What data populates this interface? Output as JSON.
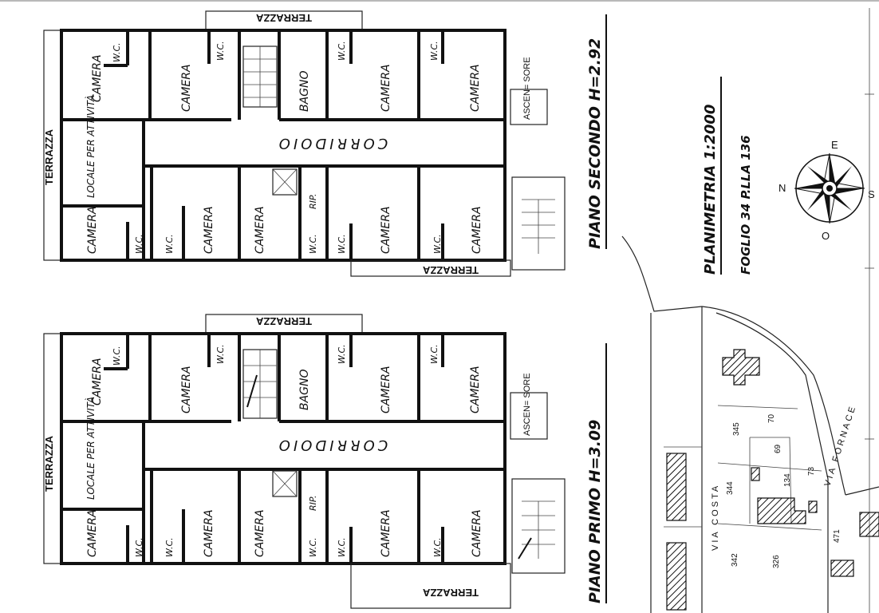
{
  "plans": [
    {
      "id": "second",
      "title": "PIANO SECONDO H=2.92",
      "top_terrace": "TERRAZZA",
      "bottom_terrace": "TERRAZZA",
      "side_terrace": "TERRAZZA",
      "corridor": "CORRIDOIO",
      "elevator": "ASCEN= SORE",
      "rooms_top": [
        "CAMERA",
        "W.C.",
        "CAMERA",
        "W.C.",
        "BAGNO",
        "W.C.",
        "CAMERA",
        "W.C.",
        "CAMERA"
      ],
      "rooms_bottom": [
        "LOCALE PER ATTIVITÀ",
        "CAMERA",
        "W.C.",
        "W.C.",
        "CAMERA",
        "CAMERA",
        "RIP.",
        "W.C.",
        "W.C.",
        "CAMERA",
        "W.C.",
        "CAMERA"
      ]
    },
    {
      "id": "first",
      "title": "PIANO PRIMO H=3.09",
      "top_terrace": "TERRAZZA",
      "bottom_terrace": "TERRAZZA",
      "side_terrace": "TERRAZZA",
      "corridor": "CORRIDOIO",
      "elevator": "ASCEN= SORE",
      "rooms_top": [
        "CAMERA",
        "W.C.",
        "CAMERA",
        "W.C.",
        "BAGNO",
        "W.C.",
        "CAMERA",
        "W.C.",
        "CAMERA"
      ],
      "rooms_bottom": [
        "LOCALE PER ATTIVITÀ",
        "CAMERA",
        "W.C.",
        "W.C.",
        "CAMERA",
        "CAMERA",
        "RIP.",
        "W.C.",
        "W.C.",
        "CAMERA",
        "W.C.",
        "CAMERA"
      ]
    }
  ],
  "planimetria": {
    "title": "PLANIMETRIA 1:2000",
    "subtitle": "FOGLIO 34 P.LLA 136",
    "compass": {
      "n": "N",
      "e": "E",
      "s": "S",
      "o": "O"
    },
    "roads": [
      "VIA COSTA",
      "VIA FORNACE"
    ],
    "parcels": [
      "345",
      "70",
      "69",
      "134",
      "73",
      "344",
      "342",
      "326",
      "471"
    ]
  }
}
